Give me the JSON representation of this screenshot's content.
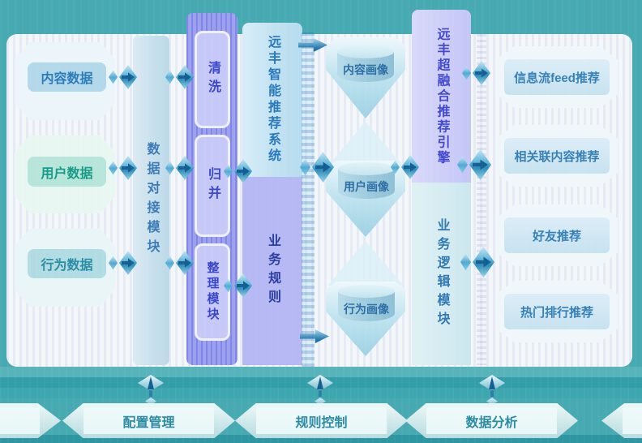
{
  "palette": {
    "background_teal": "#47aab2",
    "panel": "#f3f7fa",
    "purple_column": "#9094ea",
    "lavender_column": "#d0d1f9",
    "blue_column": "#c9e5f4",
    "source_blue": "#b3d8ea",
    "source_green": "#b7e5d9",
    "source_cyan": "#b2dce3",
    "text_blue": "#2878bc",
    "text_purple": "#3a47cb",
    "text_navy": "#2b3da0",
    "text_teal": "#2a8ba2",
    "arrow_blue": "#155f92"
  },
  "sources": [
    {
      "label": "内容数据"
    },
    {
      "label": "用户数据"
    },
    {
      "label": "行为数据"
    }
  ],
  "data_dock": {
    "label": "数据对接模块"
  },
  "etl": {
    "steps": [
      {
        "label": "清洗"
      },
      {
        "label": "归并"
      },
      {
        "label": "整理模块"
      }
    ]
  },
  "recommend_system": {
    "title": "远丰智能推荐系统",
    "sub": "业务规则"
  },
  "portraits": [
    {
      "label": "内容画像"
    },
    {
      "label": "用户画像"
    },
    {
      "label": "行为画像"
    }
  ],
  "engine": {
    "title": "远丰超融合推荐引擎",
    "sub": "业务逻辑模块"
  },
  "outputs": [
    {
      "label": "信息流feed推荐"
    },
    {
      "label": "相关联内容推荐"
    },
    {
      "label": "好友推荐"
    },
    {
      "label": "热门排行推荐"
    }
  ],
  "bottom_modules": [
    {
      "label": "配置管理"
    },
    {
      "label": "规则控制"
    },
    {
      "label": "数据分析"
    }
  ]
}
